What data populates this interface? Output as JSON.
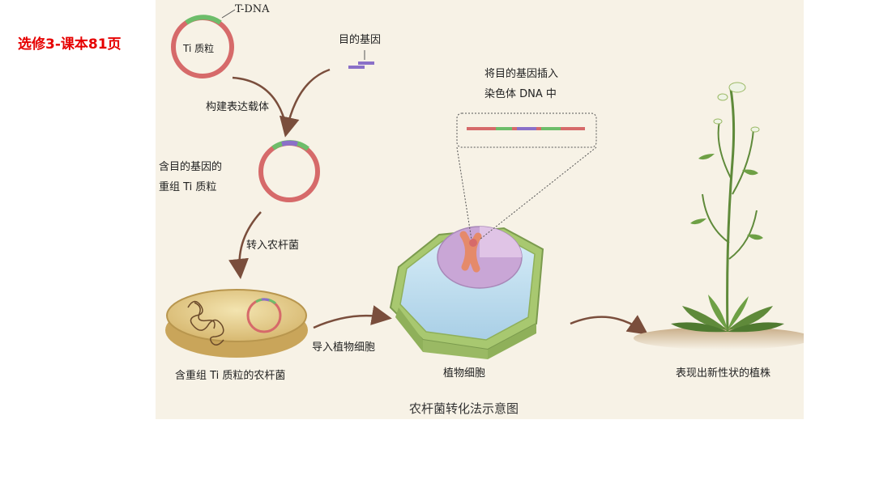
{
  "slide_note": "选修3-课本81页",
  "figure": {
    "caption": "农杆菌转化法示意图",
    "labels": {
      "t_dna": "T-DNA",
      "ti_plasmid": "Ti 质粒",
      "target_gene": "目的基因",
      "build_vector": "构建表达载体",
      "recombinant_line1": "含目的基因的",
      "recombinant_line2": "重组 Ti 质粒",
      "into_agrobacterium": "转入农杆菌",
      "agrobacterium": "含重组 Ti 质粒的农杆菌",
      "into_plant_cell": "导入植物细胞",
      "plant_cell": "植物细胞",
      "insert_line1": "将目的基因插入",
      "insert_line2": "染色体 DNA 中",
      "new_trait_plant": "表现出新性状的植株"
    },
    "colors": {
      "plasmid_red": "#d66a6a",
      "plasmid_green": "#6dbd6a",
      "gene_purple": "#8a70c8",
      "cell_green": "#a8c870",
      "nucleus_purple": "#c9a6d6",
      "chromosome_orange": "#e58a6a",
      "background": "#f7f2e6"
    }
  }
}
